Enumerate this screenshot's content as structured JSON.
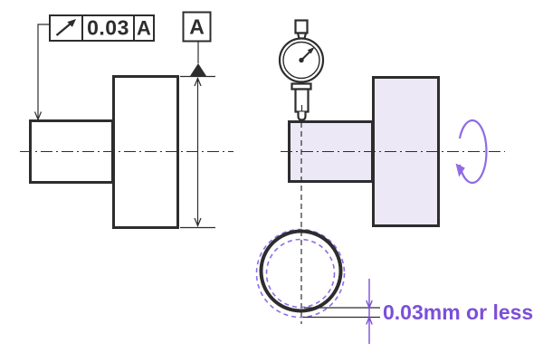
{
  "colors": {
    "line": "#2d2d2d",
    "accent": "#7b4fd8",
    "accent_light": "#8f6ce4",
    "lavender": "#ece8f6"
  },
  "drawing_view": {
    "feature_control_frame": {
      "symbol": "circular-runout",
      "tolerance": "0.03",
      "datum": "A"
    },
    "datum_label": "A"
  },
  "measurement_view": {
    "runout_note": "0.03mm or less"
  }
}
